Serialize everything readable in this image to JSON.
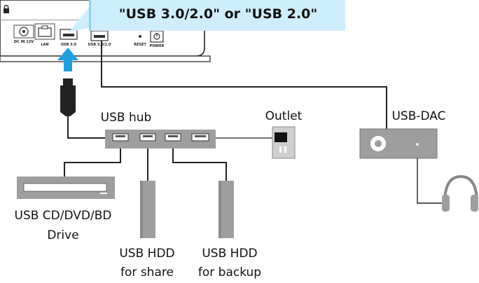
{
  "callout": {
    "text": "\"USB 3.0/2.0\" or \"USB 2.0\""
  },
  "device": {
    "ports": {
      "dc": "DC IN 12V",
      "lan": "LAN",
      "usb_a": "USB 3.0",
      "usb_b": "USB 3.0/2.0",
      "reset": "RESET",
      "power": "POWER"
    }
  },
  "labels": {
    "usb_hub": "USB hub",
    "outlet": "Outlet",
    "usb_dac": "USB-DAC",
    "drive_line1": "USB CD/DVD/BD",
    "drive_line2": "Drive",
    "hdd_share_line1": "USB HDD",
    "hdd_share_line2": "for share",
    "hdd_backup_line1": "USB HDD",
    "hdd_backup_line2": "for backup"
  },
  "colors": {
    "arrow": "#1ea0e0",
    "callout_bg": "#cfeefd",
    "device_gray": "#9e9e9e",
    "device_dark": "#3a3a3a"
  }
}
